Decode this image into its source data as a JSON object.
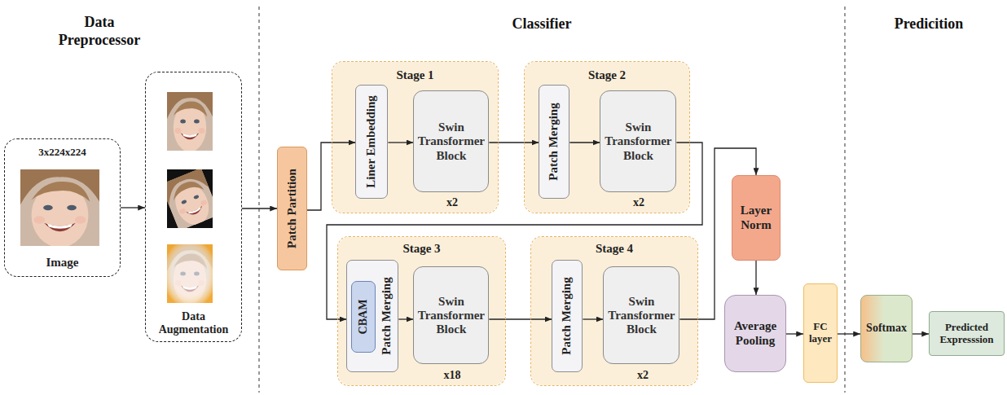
{
  "diagram": {
    "nodes": [
      {
        "text": [
          "3x224x224",
          "Image"
        ]
      },
      {
        "text": [
          "Data Augmentation"
        ]
      },
      {
        "text": [
          "Patch Partition"
        ]
      },
      {
        "text": [
          "Stage 1",
          "x2"
        ]
      },
      {
        "text": [
          "Liner Embedding"
        ],
        "in": 3
      },
      {
        "text": [
          "Swin Transformer Block"
        ],
        "in": 3
      },
      {
        "text": [
          "Stage 2",
          "x2"
        ]
      },
      {
        "text": [
          "Patch Merging"
        ],
        "in": 6
      },
      {
        "text": [
          "Swin Transformer Block"
        ],
        "in": 6
      },
      {
        "text": [
          "Stage 3",
          "x18"
        ]
      },
      {
        "text": [
          "Patch Merging"
        ],
        "in": 9
      },
      {
        "text": [
          "CBAM"
        ],
        "in": 10
      },
      {
        "text": [
          "Swin Transformer Block"
        ],
        "in": 9
      },
      {
        "text": [
          "Stage 4",
          "x2"
        ]
      },
      {
        "text": [
          "Patch Merging"
        ],
        "in": 13
      },
      {
        "text": [
          "Swin Transformer Block"
        ],
        "in": 13
      },
      {
        "text": [
          "Layer Norm"
        ]
      },
      {
        "text": [
          "Average Pooling"
        ]
      },
      {
        "text": [
          "FC layer"
        ]
      },
      {
        "text": [
          "Softmax"
        ]
      },
      {
        "text": [
          "Predicted Expresssion"
        ]
      }
    ],
    "edges": [
      {
        "from": 0,
        "to": 1,
        "arrow": "to"
      },
      {
        "from": 1,
        "to": 2,
        "arrow": "to"
      },
      {
        "from": 2,
        "to": 4,
        "arrow": "to"
      },
      {
        "from": 4,
        "to": 5,
        "arrow": "to"
      },
      {
        "from": 5,
        "to": 7,
        "arrow": "to"
      },
      {
        "from": 7,
        "to": 8,
        "arrow": "to"
      },
      {
        "from": 8,
        "to": 10,
        "arrow": "to"
      },
      {
        "from": 10,
        "to": 12,
        "arrow": "to"
      },
      {
        "from": 12,
        "to": 14,
        "arrow": "to"
      },
      {
        "from": 14,
        "to": 15,
        "arrow": "to"
      },
      {
        "from": 15,
        "to": 16,
        "arrow": "to"
      },
      {
        "from": 16,
        "to": 17,
        "arrow": "to"
      },
      {
        "from": 17,
        "to": 18,
        "arrow": "to"
      },
      {
        "from": 18,
        "to": 19,
        "arrow": "to"
      },
      {
        "from": 19,
        "to": 20,
        "arrow": "to"
      }
    ],
    "labels": [
      "Data Preprocessor",
      "Classifier",
      "Predicition"
    ]
  }
}
